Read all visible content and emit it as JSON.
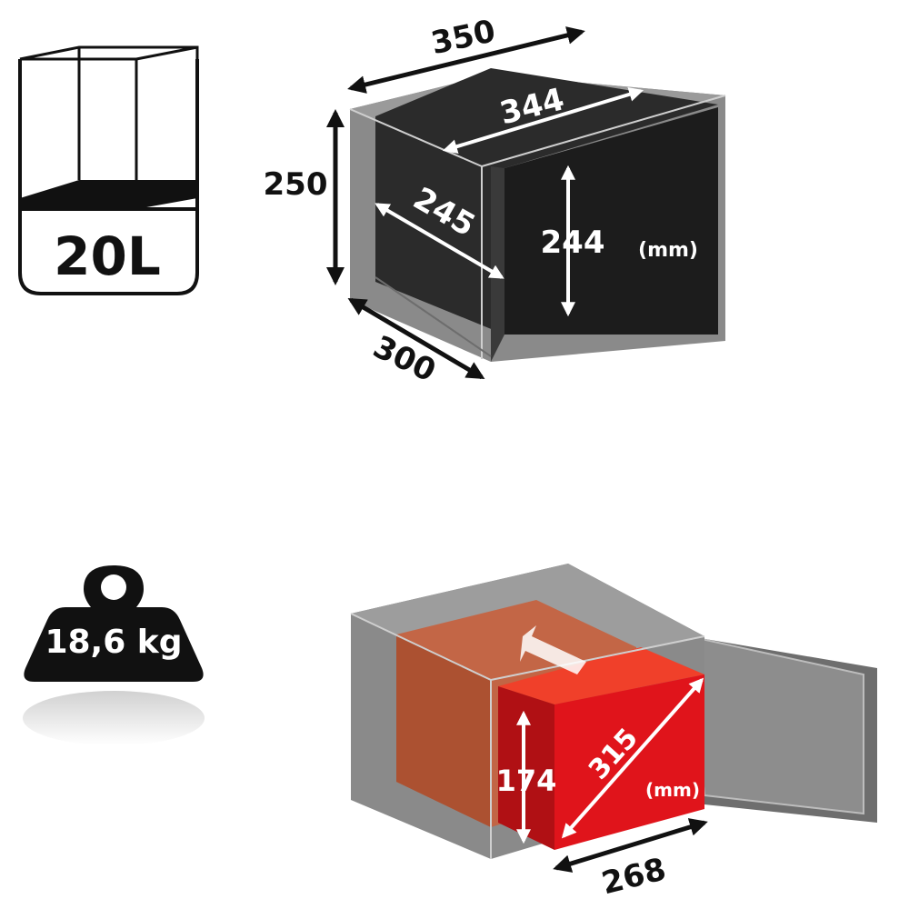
{
  "volume": {
    "value": "20L"
  },
  "weight": {
    "value": "18,6 kg"
  },
  "outer_dimensions": {
    "width": "350",
    "height": "250",
    "depth": "300",
    "unit": "(mm)"
  },
  "inner_dimensions": {
    "width": "344",
    "height": "244",
    "depth": "245"
  },
  "max_item": {
    "height": "174",
    "diagonal": "315",
    "width": "268",
    "unit": "(mm)"
  },
  "colors": {
    "safe_gray": "#8a8a8a",
    "interior_dark": "#1c1c1c",
    "item_red": "#e0141b",
    "item_orange": "#c8613d"
  }
}
